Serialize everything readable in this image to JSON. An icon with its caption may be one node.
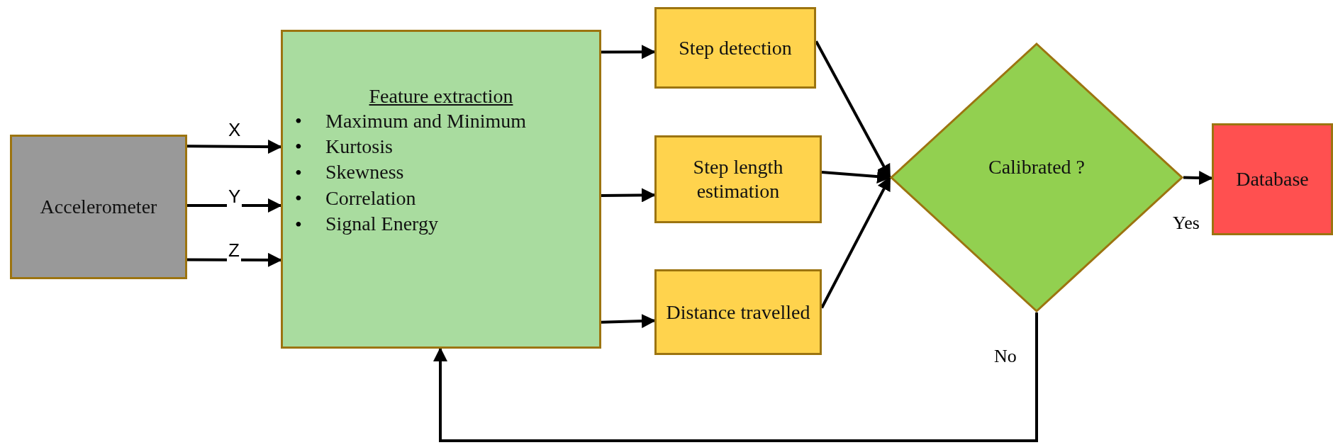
{
  "diagram": {
    "nodes": [
      {
        "text": [
          "Accelerometer"
        ]
      },
      {
        "text": [
          "Feature extraction",
          "Maximum and Minimum",
          "Kurtosis",
          "Skewness",
          "Correlation",
          "Signal Energy"
        ]
      },
      {
        "text": [
          "Step detection"
        ]
      },
      {
        "text": [
          "Step length estimation"
        ]
      },
      {
        "text": [
          "Distance travelled"
        ]
      },
      {
        "text": [
          "Calibrated ?"
        ]
      },
      {
        "text": [
          "Database"
        ]
      }
    ],
    "edges": [
      {
        "from": 0,
        "to": 1,
        "arrow": "to",
        "label": "X"
      },
      {
        "from": 0,
        "to": 1,
        "arrow": "to",
        "label": "Y"
      },
      {
        "from": 0,
        "to": 1,
        "arrow": "to",
        "label": "Z"
      },
      {
        "from": 1,
        "to": 2,
        "arrow": "to"
      },
      {
        "from": 1,
        "to": 3,
        "arrow": "to"
      },
      {
        "from": 1,
        "to": 4,
        "arrow": "to"
      },
      {
        "from": 2,
        "to": 5,
        "arrow": "to"
      },
      {
        "from": 3,
        "to": 5,
        "arrow": "to"
      },
      {
        "from": 4,
        "to": 5,
        "arrow": "to"
      },
      {
        "from": 5,
        "to": 6,
        "arrow": "to",
        "label": "Yes"
      },
      {
        "from": 5,
        "to": 1,
        "arrow": "to",
        "label": "No"
      }
    ],
    "labels": [
      "•",
      "•",
      "•",
      "•",
      "•"
    ]
  }
}
